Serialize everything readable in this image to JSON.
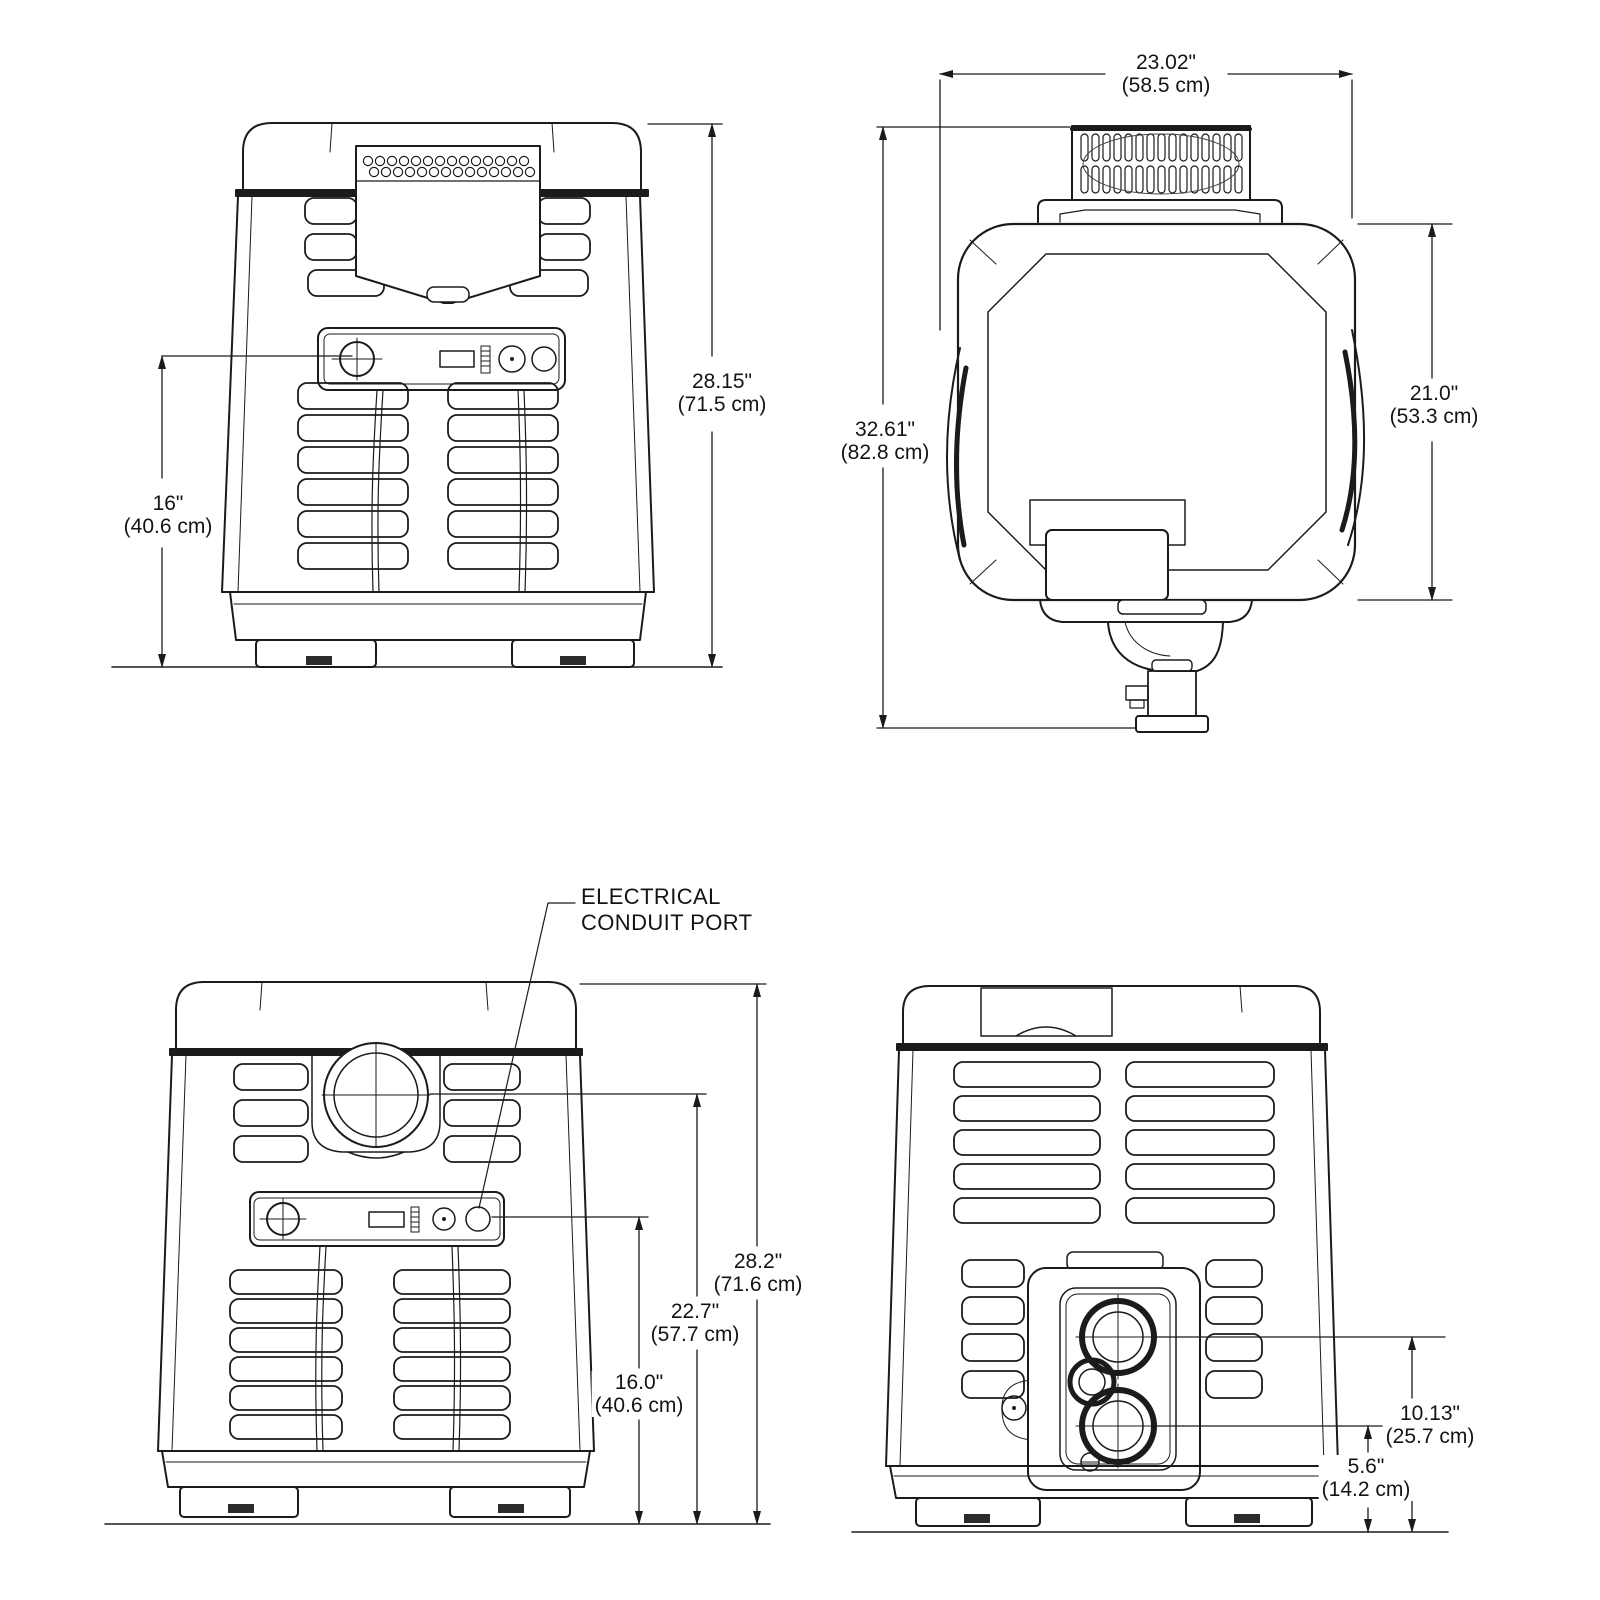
{
  "drawing": {
    "colors": {
      "ink": "#1b1b1b",
      "background": "#ffffff"
    },
    "callout": {
      "line1": "ELECTRICAL",
      "line2": "CONDUIT PORT"
    },
    "views": {
      "front": {
        "overall_height": {
          "in": "28.15\"",
          "cm": "(71.5 cm)"
        },
        "control_panel_height": {
          "in": "16\"",
          "cm": "(40.6 cm)"
        }
      },
      "side": {
        "overall_width": {
          "in": "23.02\"",
          "cm": "(58.5 cm)"
        },
        "overall_height": {
          "in": "32.61\"",
          "cm": "(82.8 cm)"
        },
        "body_height": {
          "in": "21.0\"",
          "cm": "(53.3 cm)"
        }
      },
      "front_conduit": {
        "overall_height": {
          "in": "28.2\"",
          "cm": "(71.6 cm)"
        },
        "flue_center_height": {
          "in": "22.7\"",
          "cm": "(57.7 cm)"
        },
        "conduit_height": {
          "in": "16.0\"",
          "cm": "(40.6 cm)"
        }
      },
      "rear": {
        "inlet_center_height": {
          "in": "10.13\"",
          "cm": "(25.7 cm)"
        },
        "outlet_center_height": {
          "in": "5.6\"",
          "cm": "(14.2 cm)"
        }
      }
    }
  }
}
